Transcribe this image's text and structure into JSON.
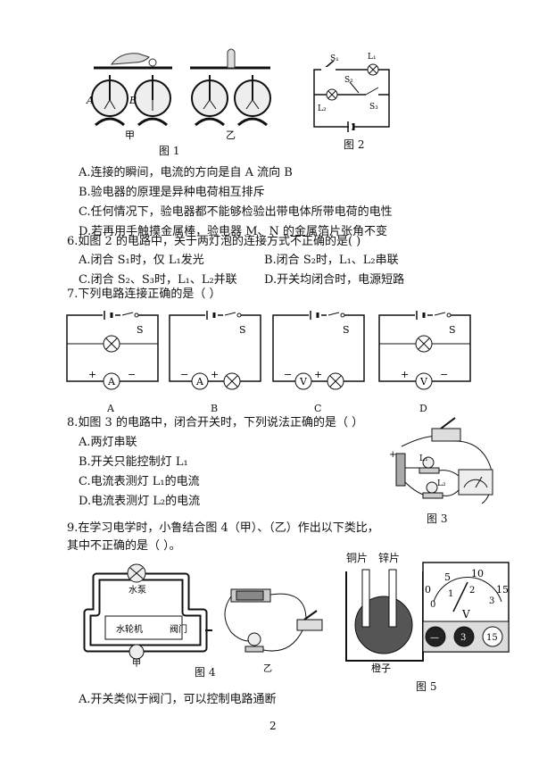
{
  "figures": {
    "fig1": {
      "caption": "图 1",
      "left_label": "甲",
      "right_label": "乙",
      "el_A": "A",
      "el_B": "B"
    },
    "fig2": {
      "caption": "图 2",
      "s1": "S₁",
      "s2": "S₂",
      "s3": "S₃",
      "l1": "L₁",
      "l2": "L₂"
    },
    "fig3": {
      "caption": "图 3",
      "l1": "L₁",
      "l2": "L₂",
      "plus": "+"
    },
    "fig4": {
      "caption": "图 4",
      "pump": "水泵",
      "turbine": "水轮机",
      "valve": "阀门",
      "jia": "甲",
      "yi": "乙"
    },
    "fig5": {
      "caption": "图 5",
      "copper": "铜片",
      "zinc": "锌片",
      "orange": "橙子",
      "scale_top": [
        "0",
        "5",
        "10",
        "15"
      ],
      "scale_bottom": [
        "0",
        "1",
        "2",
        "3"
      ],
      "unit": "V",
      "terminals": [
        "—",
        "3",
        "15"
      ]
    }
  },
  "q5_options": [
    "A.连接的瞬间，电流的方向是自 A 流向 B",
    "B.验电器的原理是异种电荷相互排斥",
    "C.任何情况下，验电器都不能够检验出带电体所带电荷的电性",
    "D.若再用手触摸金属棒，验电器 M、N 的金属箔片张角不变"
  ],
  "q6": {
    "stem": "6.如图 2 的电路中，关于两灯泡的连接方式不正确的是(     )",
    "options": [
      "A.闭合 S₁时，仅 L₁发光",
      "B.闭合 S₂时，L₁、L₂串联",
      "C.闭合 S₂、S₃时，L₁、L₂并联",
      "D.开关均闭合时，电源短路"
    ]
  },
  "q7": {
    "stem": "7.下列电路连接正确的是（     ）",
    "labels": [
      "A",
      "B",
      "C",
      "D"
    ],
    "switch_label": "S",
    "meters": [
      "A",
      "A",
      "V",
      "V"
    ]
  },
  "q8": {
    "stem": "8.如图 3 的电路中，闭合开关时，下列说法正确的是（     ）",
    "options": [
      "A.两灯串联",
      "B.开关只能控制灯 L₁",
      "C.电流表测灯 L₁的电流",
      "D.电流表测灯 L₂的电流"
    ]
  },
  "q9": {
    "stem_line1": "9.在学习电学时，小鲁结合图 4（甲）、（乙）作出以下类比，",
    "stem_line2": "其中不正确的是（     ）。",
    "option_a": "A.开关类似于阀门，可以控制电路通断"
  },
  "page_number": "2"
}
